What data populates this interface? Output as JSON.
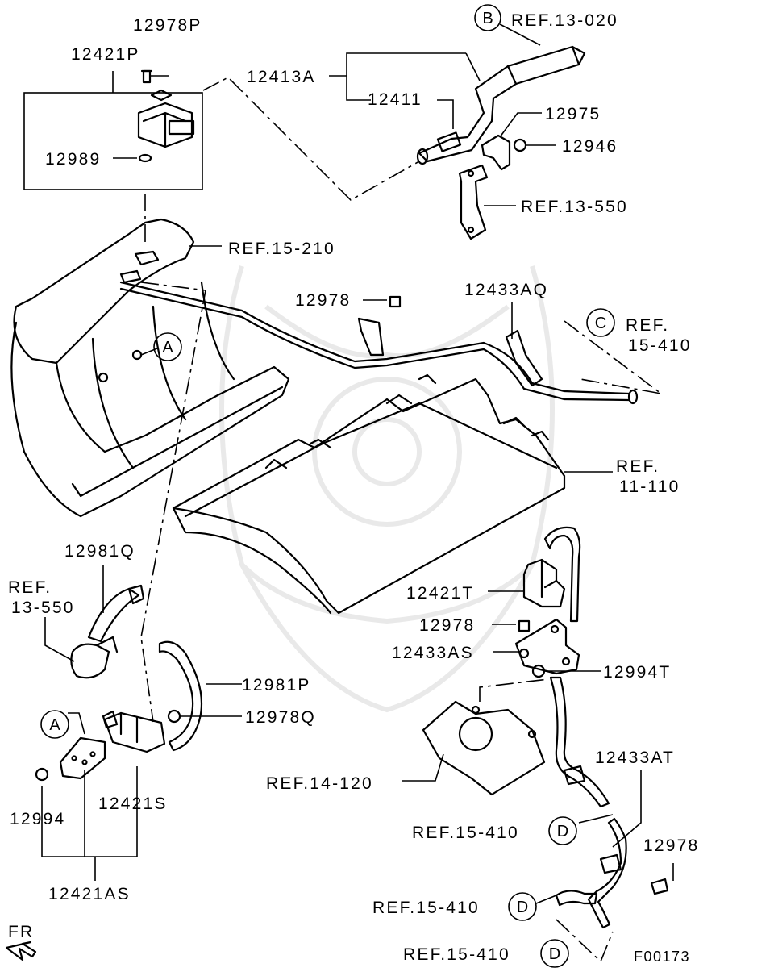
{
  "labels": {
    "p12978P": "12978P",
    "p12421P": "12421P",
    "p12989": "12989",
    "p12413A": "12413A",
    "p12411": "12411",
    "p12975": "12975",
    "p12946": "12946",
    "refB_13_020": "REF.13-020",
    "ref13_550_top": "REF.13-550",
    "ref15_210": "REF.15-210",
    "p12978_top": "12978",
    "p12433AQ": "12433AQ",
    "refC_15_410_a": "REF.",
    "refC_15_410_b": "15-410",
    "ref11_110_a": "REF.",
    "ref11_110_b": "11-110",
    "p12981Q": "12981Q",
    "ref13_550_left_a": "REF.",
    "ref13_550_left_b": "13-550",
    "p12981P": "12981P",
    "p12978Q": "12978Q",
    "p12421T": "12421T",
    "p12978_mid": "12978",
    "p12433AS": "12433AS",
    "p12994T": "12994T",
    "ref14_120": "REF.14-120",
    "p12433AT": "12433AT",
    "refD_15_410_1": "REF.15-410",
    "p12978_bot": "12978",
    "refD_15_410_2": "REF.15-410",
    "refD_15_410_3": "REF.15-410",
    "p12994": "12994",
    "p12421S": "12421S",
    "p12421AS": "12421AS",
    "fr": "FR",
    "figure_code": "F00173"
  },
  "circles": {
    "A": "A",
    "B": "B",
    "C": "C",
    "D": "D"
  }
}
